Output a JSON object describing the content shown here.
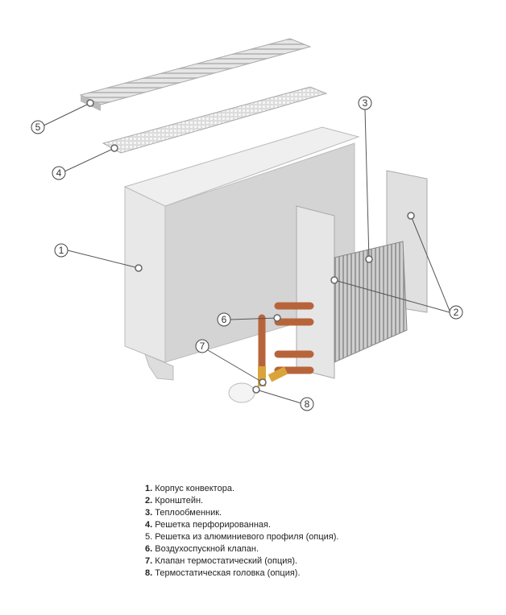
{
  "callouts": [
    "1",
    "2",
    "3",
    "4",
    "5",
    "6",
    "7",
    "8"
  ],
  "legend": [
    {
      "num": "1.",
      "text": "Корпус конвектора.",
      "bold": true
    },
    {
      "num": "2.",
      "text": "Кронштейн.",
      "bold": true
    },
    {
      "num": "3.",
      "text": "Теплообменник.",
      "bold": true
    },
    {
      "num": "4.",
      "text": "Решетка перфорированная.",
      "bold": true
    },
    {
      "num": "5.",
      "text": "Решетка из алюминиевого профиля (опция).",
      "bold": false
    },
    {
      "num": "6.",
      "text": "Воздухоспускной клапан.",
      "bold": true
    },
    {
      "num": "7.",
      "text": "Клапан термостатический (опция).",
      "bold": true
    },
    {
      "num": "8.",
      "text": "Термостатическая головка (опция).",
      "bold": true
    }
  ],
  "colors": {
    "metal": "#d9d9d9",
    "copper": "#b8643a",
    "brass": "#d9a53a"
  }
}
